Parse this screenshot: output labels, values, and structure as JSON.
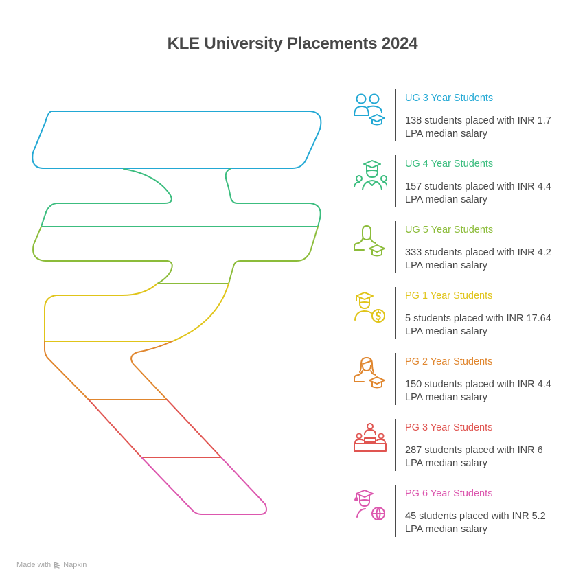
{
  "title": "KLE University Placements 2024",
  "footer": {
    "made_with": "Made with",
    "brand": "Napkin"
  },
  "items": [
    {
      "heading": "UG 3 Year Students",
      "description": "138 students placed with INR 1.7 LPA median salary",
      "color": "#22a8d4",
      "icon": "students-graduation-cap-icon",
      "students": 138,
      "median_lpa": 1.7
    },
    {
      "heading": "UG 4 Year Students",
      "description": "157 students placed with INR 4.4 LPA median salary",
      "color": "#3cbd7f",
      "icon": "graduate-group-icon",
      "students": 157,
      "median_lpa": 4.4
    },
    {
      "heading": "UG 5 Year Students",
      "description": "333 students placed with INR 4.2 LPA median salary",
      "color": "#8cbc3a",
      "icon": "student-graduation-cap-icon",
      "students": 333,
      "median_lpa": 4.2
    },
    {
      "heading": "PG 1 Year Students",
      "description": "5 students placed with INR 17.64 LPA median salary",
      "color": "#e0c419",
      "icon": "graduate-salary-icon",
      "students": 5,
      "median_lpa": 17.64
    },
    {
      "heading": "PG 2 Year Students",
      "description": "150 students placed with INR 4.4 LPA median salary",
      "color": "#e0862e",
      "icon": "female-graduate-icon",
      "students": 150,
      "median_lpa": 4.4
    },
    {
      "heading": "PG 3 Year Students",
      "description": "287 students placed with INR 6 LPA median salary",
      "color": "#e05551",
      "icon": "podium-people-icon",
      "students": 287,
      "median_lpa": 6
    },
    {
      "heading": "PG 6 Year Students",
      "description": "45 students placed with INR 5.2 LPA median salary",
      "color": "#dc57ae",
      "icon": "graduate-globe-icon",
      "students": 45,
      "median_lpa": 5.2
    }
  ]
}
